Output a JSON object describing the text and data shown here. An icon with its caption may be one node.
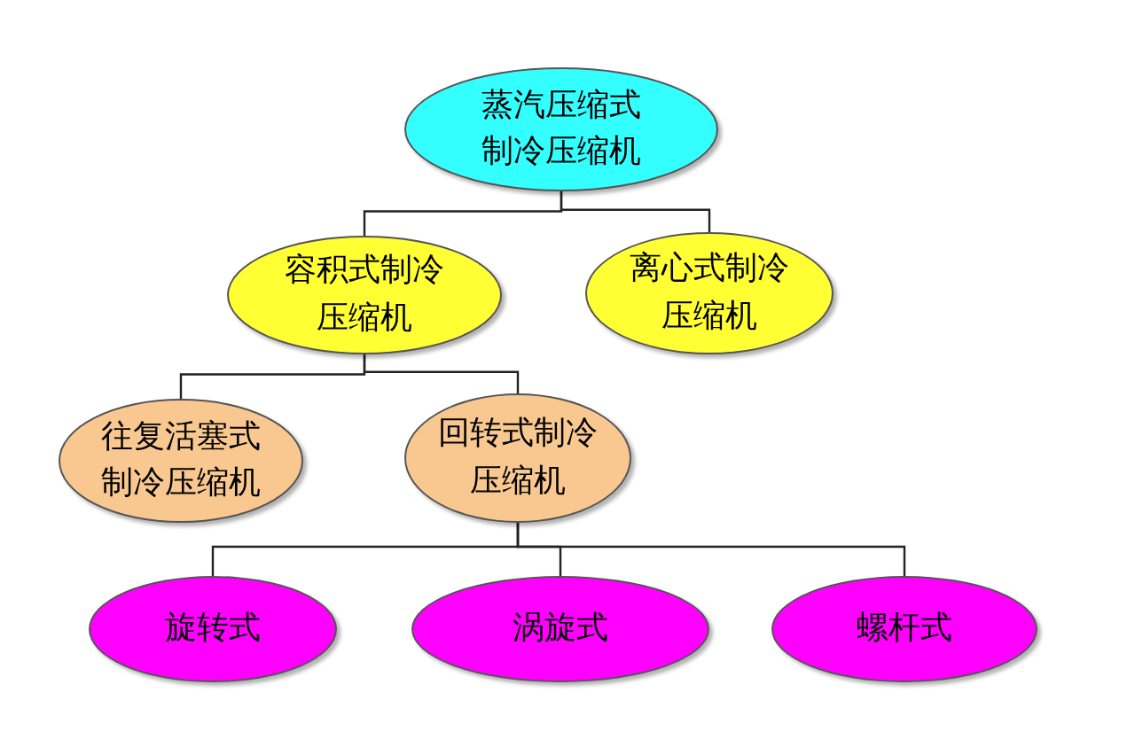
{
  "diagram": {
    "nodes": [
      {
        "text": [
          "蒸汽压缩式制冷压缩机"
        ]
      },
      {
        "text": [
          "容积式制冷压缩机"
        ]
      },
      {
        "text": [
          "离心式制冷压缩机"
        ]
      },
      {
        "text": [
          "往复活塞式制冷压缩机"
        ]
      },
      {
        "text": [
          "回转式制冷压缩机"
        ]
      },
      {
        "text": [
          "旋转式"
        ]
      },
      {
        "text": [
          "涡旋式"
        ]
      },
      {
        "text": [
          "螺杆式"
        ]
      }
    ],
    "edges": [
      {
        "from": 0,
        "to": 1,
        "arrow": "none"
      },
      {
        "from": 0,
        "to": 2,
        "arrow": "none"
      },
      {
        "from": 1,
        "to": 3,
        "arrow": "none"
      },
      {
        "from": 1,
        "to": 4,
        "arrow": "none"
      },
      {
        "from": 4,
        "to": 5,
        "arrow": "none"
      },
      {
        "from": 4,
        "to": 6,
        "arrow": "none"
      },
      {
        "from": 4,
        "to": 7,
        "arrow": "none"
      }
    ]
  }
}
